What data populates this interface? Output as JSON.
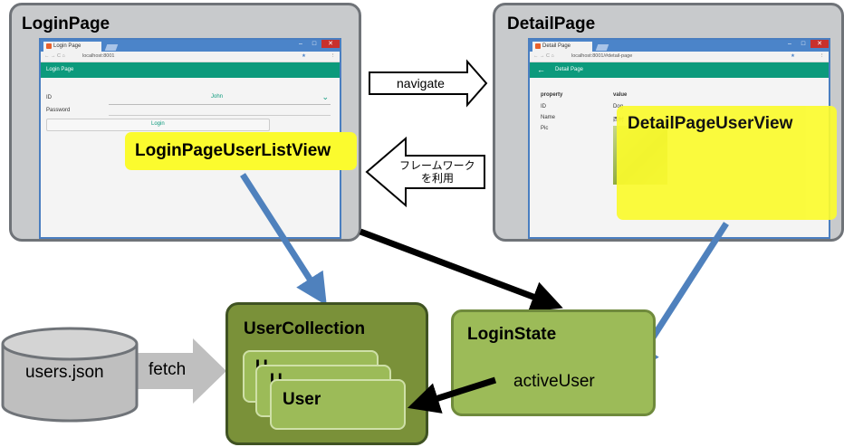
{
  "login_page": {
    "title": "LoginPage",
    "browser": {
      "tab_title": "Login Page",
      "url": "localhost:8001",
      "app_title": "Login Page",
      "id_label": "ID",
      "id_value": "John",
      "password_label": "Password",
      "login_button": "Login"
    },
    "view_label": "LoginPageUserListView"
  },
  "detail_page": {
    "title": "DetailPage",
    "browser": {
      "tab_title": "Detail Page",
      "url": "localhost:8001/#detail-page",
      "app_title": "Detail Page",
      "table_header_property": "property",
      "table_header_value": "value",
      "rows": [
        {
          "property": "ID",
          "value": "Dog"
        },
        {
          "property": "Name",
          "value": "西村"
        },
        {
          "property": "Pic",
          "value": ""
        }
      ]
    },
    "view_label": "DetailPageUserView"
  },
  "arrows": {
    "navigate": "navigate",
    "framework_line1": "フレームワーク",
    "framework_line2": "を利用",
    "fetch": "fetch"
  },
  "data_source": {
    "label": "users.json"
  },
  "user_collection": {
    "title": "UserCollection",
    "card_back": "U",
    "card_mid": "U",
    "card_front": "User"
  },
  "login_state": {
    "title": "LoginState",
    "field": "activeUser"
  },
  "colors": {
    "panel_gray": "#c8cacc",
    "highlight_yellow": "#fbfb2e",
    "dark_green": "#7a9139",
    "light_green": "#9cbb58",
    "arrow_blue": "#4f81bd",
    "app_teal": "#0c9a7c"
  }
}
